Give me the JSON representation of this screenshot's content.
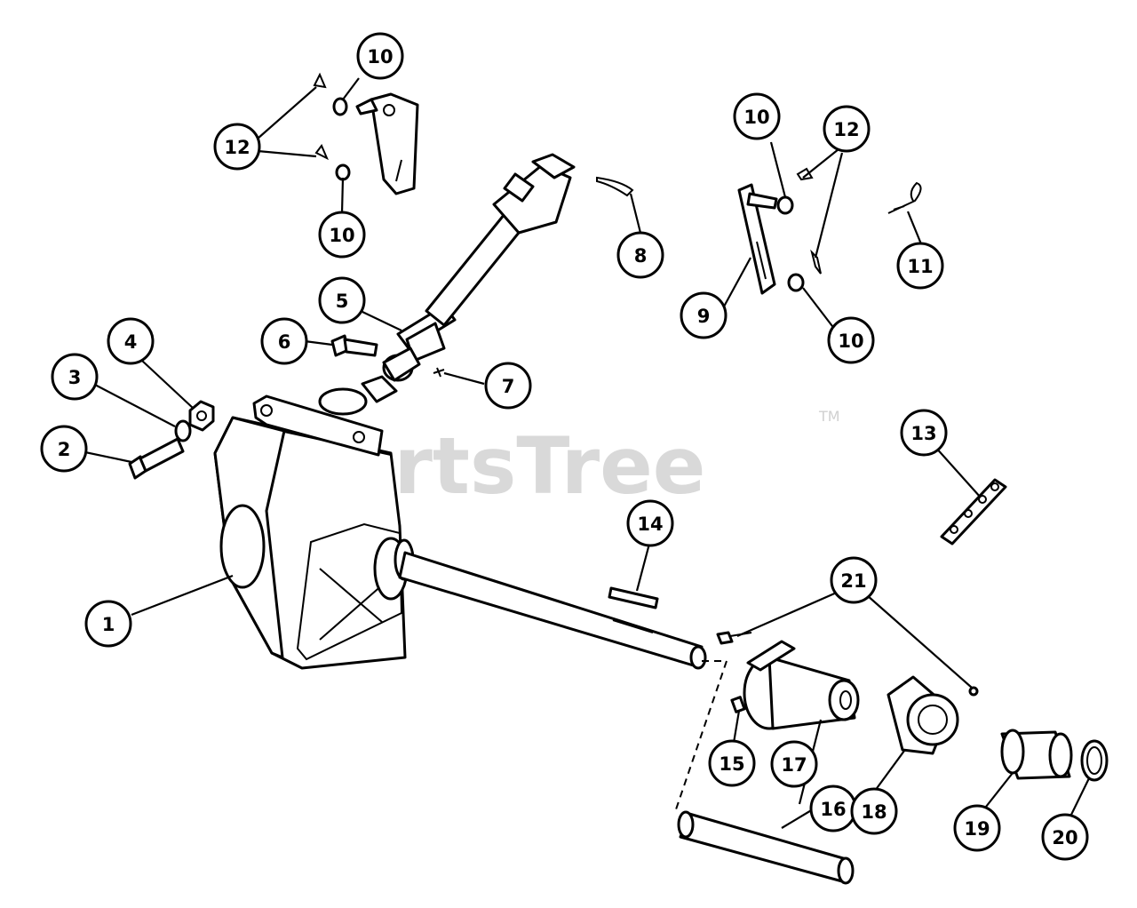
{
  "watermark": {
    "text": "PartsTree",
    "trademark": "TM"
  },
  "callouts": [
    {
      "id": "c1",
      "label": "1"
    },
    {
      "id": "c2",
      "label": "2"
    },
    {
      "id": "c3",
      "label": "3"
    },
    {
      "id": "c4",
      "label": "4"
    },
    {
      "id": "c5",
      "label": "5"
    },
    {
      "id": "c6",
      "label": "6"
    },
    {
      "id": "c7",
      "label": "7"
    },
    {
      "id": "c8",
      "label": "8"
    },
    {
      "id": "c9",
      "label": "9"
    },
    {
      "id": "c10a",
      "label": "10"
    },
    {
      "id": "c10b",
      "label": "10"
    },
    {
      "id": "c10c",
      "label": "10"
    },
    {
      "id": "c10d",
      "label": "10"
    },
    {
      "id": "c11",
      "label": "11"
    },
    {
      "id": "c12a",
      "label": "12"
    },
    {
      "id": "c12b",
      "label": "12"
    },
    {
      "id": "c13",
      "label": "13"
    },
    {
      "id": "c14",
      "label": "14"
    },
    {
      "id": "c15",
      "label": "15"
    },
    {
      "id": "c16",
      "label": "16"
    },
    {
      "id": "c17",
      "label": "17"
    },
    {
      "id": "c18",
      "label": "18"
    },
    {
      "id": "c19",
      "label": "19"
    },
    {
      "id": "c20",
      "label": "20"
    },
    {
      "id": "c21",
      "label": "21"
    }
  ]
}
